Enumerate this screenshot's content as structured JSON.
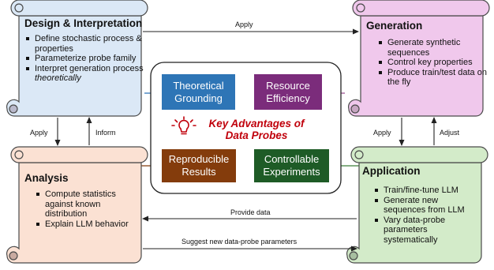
{
  "design": {
    "title": "Design & Interpretation",
    "items": [
      "Define stochastic process & properties",
      "Parameterize probe family",
      "Interpret generation process "
    ],
    "item3_emph": "theoretically"
  },
  "generation": {
    "title": "Generation",
    "items": [
      "Generate synthetic sequences",
      "Control key properties",
      "Produce train/test data on the fly"
    ]
  },
  "analysis": {
    "title": "Analysis",
    "items": [
      "Compute statistics against known distribution",
      "Explain LLM behavior"
    ]
  },
  "application": {
    "title": "Application",
    "items": [
      "Train/fine-tune LLM",
      "Generate new sequences from LLM",
      "Vary data-probe parameters systematically"
    ]
  },
  "center": {
    "heading": "Key Advantages of Data Probes",
    "tiles": [
      {
        "label": "Theoretical Grounding",
        "color": "#2e75b6"
      },
      {
        "label": "Resource Efficiency",
        "color": "#7b2c7b"
      },
      {
        "label": "Reproducible Results",
        "color": "#843c0c"
      },
      {
        "label": "Controllable Experiments",
        "color": "#1e5b26"
      }
    ]
  },
  "arrows": {
    "top_apply": "Apply",
    "left_apply": "Apply",
    "left_inform": "Inform",
    "right_apply": "Apply",
    "right_adjust": "Adjust",
    "provide_data": "Provide data",
    "suggest": "Suggest new data-probe parameters"
  },
  "colors": {
    "design_fill": "#dbe8f6",
    "generation_fill": "#f0c8ec",
    "analysis_fill": "#fbe1d3",
    "application_fill": "#d3ebc9",
    "accent_red": "#c0000b"
  },
  "icons": {
    "center": "lightbulb-icon"
  }
}
